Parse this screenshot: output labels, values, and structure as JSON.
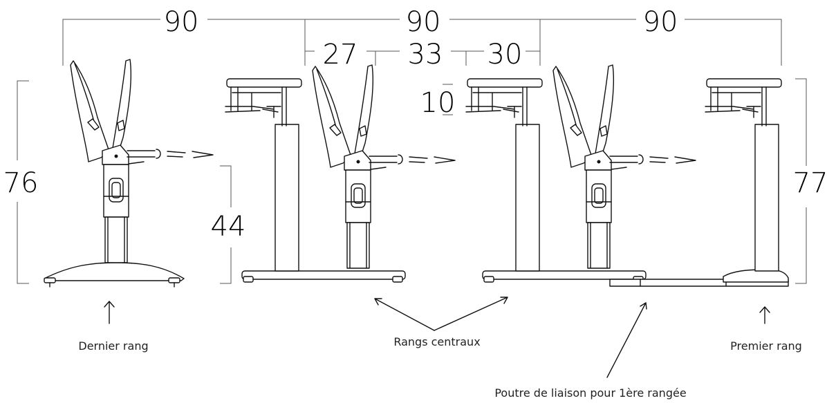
{
  "dimensions": {
    "top_left": "90",
    "top_middle": "90",
    "top_right": "90",
    "spacing_1": "27",
    "spacing_2": "33",
    "spacing_3": "30",
    "tablet_depth": "10",
    "height_rear": "76",
    "seat_height": "44",
    "height_front": "77"
  },
  "labels": {
    "last_row": "Dernier rang",
    "central_rows": "Rangs centraux",
    "first_row": "Premier rang",
    "beam": "Poutre de liaison pour 1ère rangée"
  }
}
